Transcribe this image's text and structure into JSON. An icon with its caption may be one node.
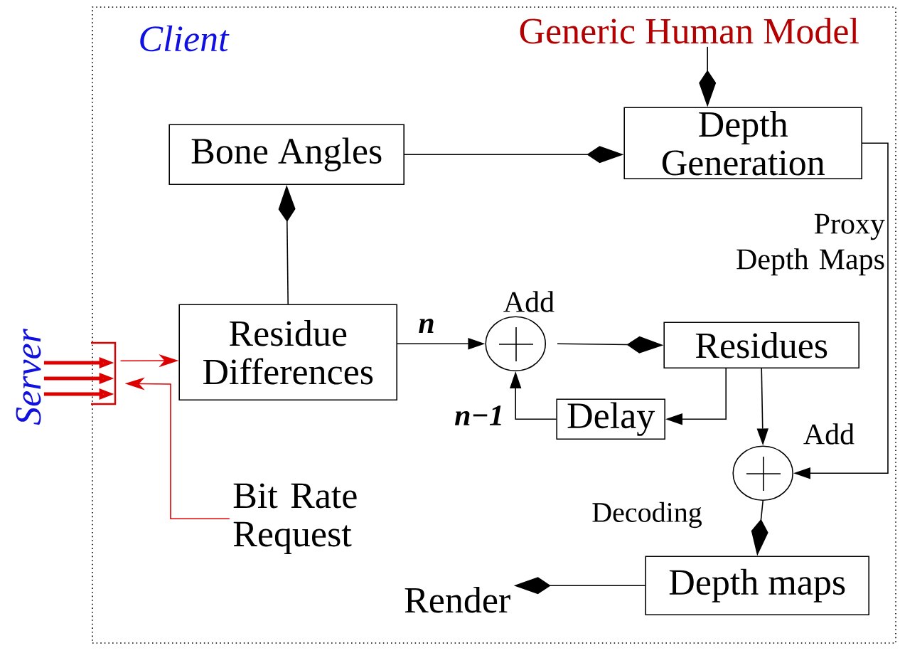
{
  "diagram": {
    "nodes": [
      {
        "text": [
          "Client"
        ]
      },
      {
        "text": [
          "Generic Human Model"
        ],
        "in": 0
      },
      {
        "text": [
          "Bone Angles"
        ],
        "in": 0
      },
      {
        "text": [
          "Depth Generation"
        ],
        "in": 0
      },
      {
        "text": [
          "Residue Differences"
        ],
        "in": 0
      },
      {
        "text": [],
        "shape": "circle",
        "beside": [
          "Add"
        ],
        "in": 0
      },
      {
        "text": [
          "Residues"
        ],
        "in": 0
      },
      {
        "text": [
          "Delay"
        ],
        "in": 0
      },
      {
        "text": [],
        "shape": "circle",
        "beside": [
          "Add"
        ],
        "in": 0
      },
      {
        "text": [
          "Depth maps"
        ],
        "in": 0
      },
      {
        "text": [
          "Render"
        ],
        "in": 0
      },
      {
        "text": [
          "Server"
        ]
      },
      {
        "text": [
          "Bit Rate Request"
        ],
        "in": 0
      },
      {
        "text": [],
        "shape": "bar",
        "in": 0
      }
    ],
    "edges": [
      {
        "from": 1,
        "to": 3,
        "arrow": "to"
      },
      {
        "from": 2,
        "to": 3,
        "arrow": "to"
      },
      {
        "from": 4,
        "to": 2,
        "arrow": "to"
      },
      {
        "from": 4,
        "to": 5,
        "arrow": "to",
        "label": "n"
      },
      {
        "from": 5,
        "to": 6,
        "arrow": "to"
      },
      {
        "from": 6,
        "to": 7,
        "arrow": "to"
      },
      {
        "from": 7,
        "to": 5,
        "arrow": "to",
        "label": "n−1"
      },
      {
        "from": 6,
        "to": 8,
        "arrow": "to"
      },
      {
        "from": 3,
        "to": 8,
        "arrow": "to",
        "label": "Proxy Depth Maps"
      },
      {
        "from": 8,
        "to": 9,
        "arrow": "to",
        "label": "Decoding"
      },
      {
        "from": 9,
        "to": 10,
        "arrow": "to"
      },
      {
        "from": 11,
        "to": 13,
        "arrow": "to",
        "style": "thick",
        "color": "#dd0000"
      },
      {
        "from": 11,
        "to": 13,
        "arrow": "to",
        "style": "thick",
        "color": "#dd0000"
      },
      {
        "from": 11,
        "to": 13,
        "arrow": "to",
        "style": "thick",
        "color": "#dd0000"
      },
      {
        "from": 13,
        "to": 4,
        "arrow": "to",
        "color": "#dd0000"
      },
      {
        "from": 12,
        "to": 13,
        "arrow": "to",
        "color": "#dd0000"
      }
    ]
  }
}
